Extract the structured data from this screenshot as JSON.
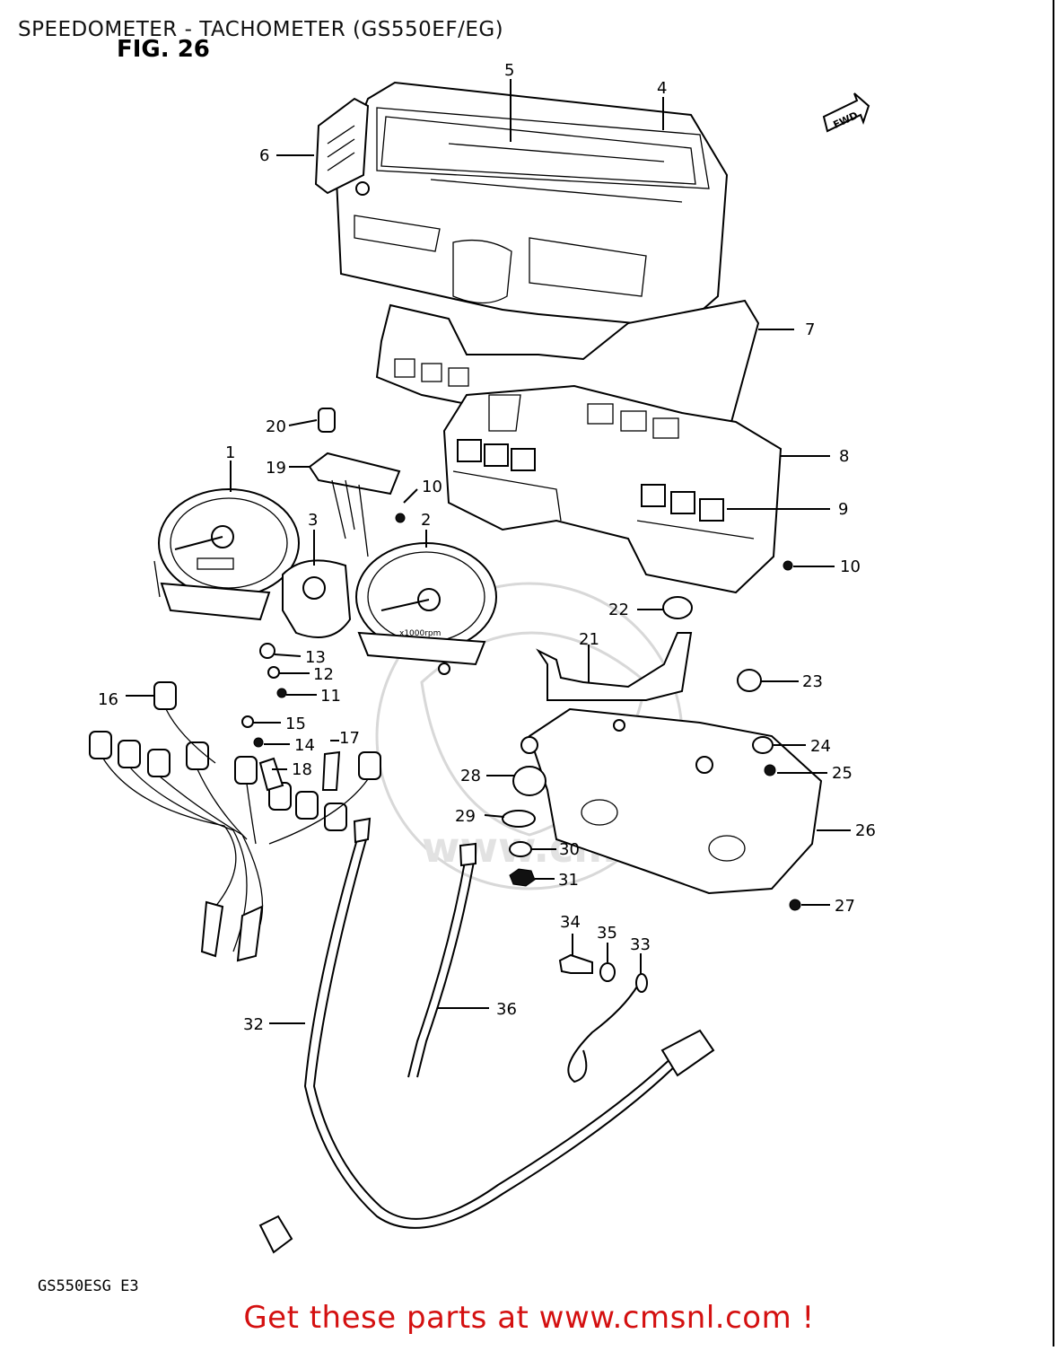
{
  "header": {
    "title": "SPEEDOMETER - TACHOMETER (GS550EF/EG)",
    "fig_label": "FIG. 26"
  },
  "diagram": {
    "fwd_label": "FWD",
    "watermark_text": "www.cmsnl.com",
    "model_code": "GS550ESG E3",
    "callouts": [
      {
        "num": "1"
      },
      {
        "num": "2"
      },
      {
        "num": "3"
      },
      {
        "num": "4"
      },
      {
        "num": "5"
      },
      {
        "num": "6"
      },
      {
        "num": "7"
      },
      {
        "num": "8"
      },
      {
        "num": "9"
      },
      {
        "num": "10"
      },
      {
        "num": "10"
      },
      {
        "num": "11"
      },
      {
        "num": "12"
      },
      {
        "num": "13"
      },
      {
        "num": "14"
      },
      {
        "num": "15"
      },
      {
        "num": "16"
      },
      {
        "num": "17"
      },
      {
        "num": "18"
      },
      {
        "num": "19"
      },
      {
        "num": "20"
      },
      {
        "num": "21"
      },
      {
        "num": "22"
      },
      {
        "num": "23"
      },
      {
        "num": "24"
      },
      {
        "num": "25"
      },
      {
        "num": "26"
      },
      {
        "num": "27"
      },
      {
        "num": "28"
      },
      {
        "num": "29"
      },
      {
        "num": "30"
      },
      {
        "num": "31"
      },
      {
        "num": "32"
      },
      {
        "num": "33"
      },
      {
        "num": "34"
      },
      {
        "num": "35"
      },
      {
        "num": "36"
      }
    ],
    "tach_unit": "x1000rpm"
  },
  "footer": {
    "promo_text": "Get these parts at www.cmsnl.com !"
  },
  "colors": {
    "promo": "#d41010",
    "ink": "#000000",
    "watermark": "#e2e2e2"
  }
}
